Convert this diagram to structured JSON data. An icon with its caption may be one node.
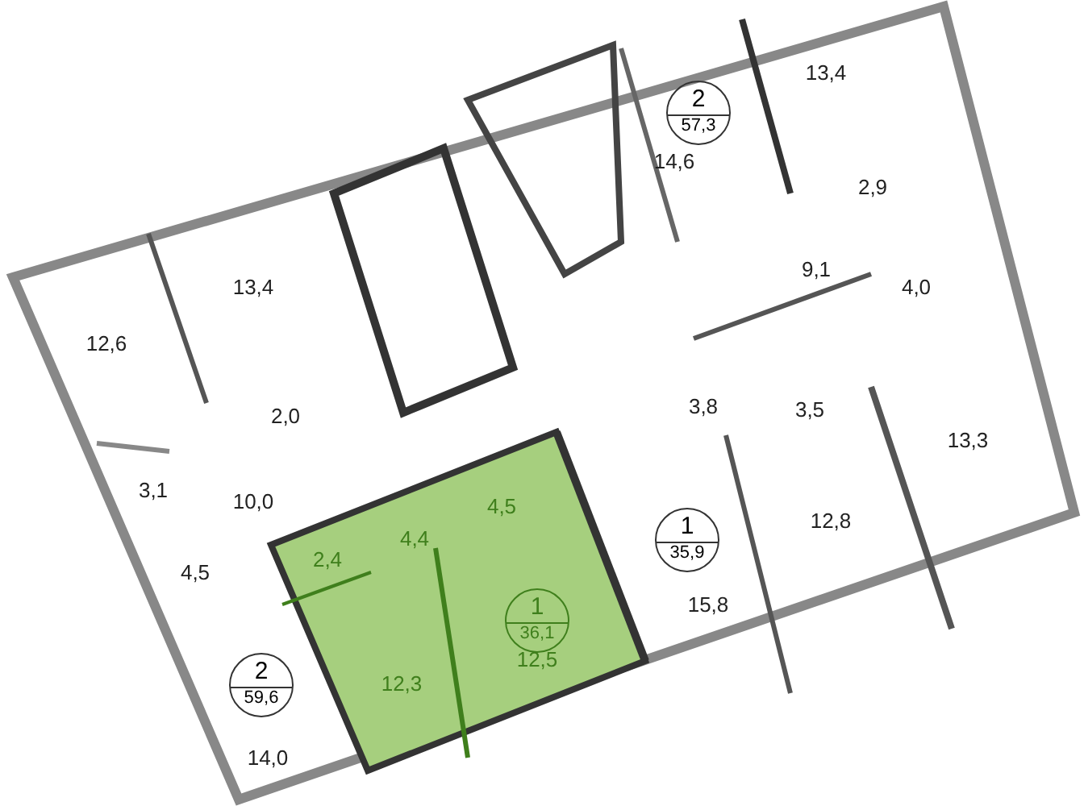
{
  "diagram": {
    "nodes": [
      {
        "text": [
          "2",
          "57,3"
        ]
      },
      {
        "text": [
          "1",
          "35,9"
        ]
      },
      {
        "text": [
          "1",
          "36,1"
        ]
      },
      {
        "text": [
          "2",
          "59,6"
        ]
      }
    ],
    "labels": [
      "13,4",
      "14,6",
      "2,9",
      "9,1",
      "13,4",
      "4,0",
      "12,6",
      "2,0",
      "3,8",
      "3,5",
      "13,3",
      "3,1",
      "10,0",
      "4,5",
      "4,5",
      "2,4",
      "4,4",
      "12,8",
      "15,8",
      "12,3",
      "12,5",
      "14,0"
    ]
  }
}
